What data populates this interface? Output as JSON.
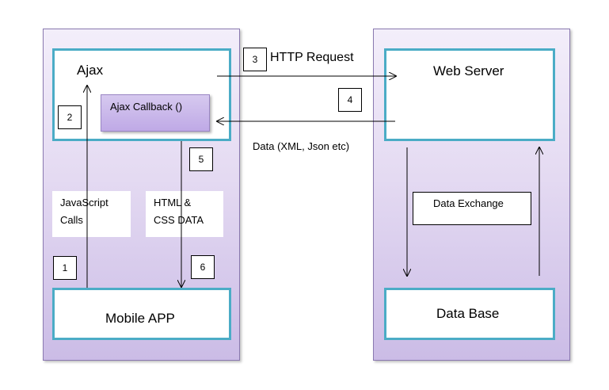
{
  "left_panel": {
    "ajax_label": "Ajax",
    "callback_label": "Ajax Callback ()",
    "mobile_app_label": "Mobile APP",
    "js_calls_line1": "JavaScript",
    "js_calls_line2": "Calls",
    "html_css_line1": "HTML &",
    "html_css_line2": "CSS DATA"
  },
  "right_panel": {
    "web_server_label": "Web Server",
    "database_label": "Data Base",
    "data_exchange_label": "Data Exchange"
  },
  "connections": {
    "http_request_label": "HTTP Request",
    "data_response_label": "Data (XML, Json etc)"
  },
  "step_numbers": {
    "step1": "1",
    "step2": "2",
    "step3": "3",
    "step4": "4",
    "step5": "5",
    "step6": "6"
  },
  "colors": {
    "box_border": "#4bacc6",
    "panel_border": "#8a79b0",
    "callback_fill": "#c9b7ea"
  }
}
